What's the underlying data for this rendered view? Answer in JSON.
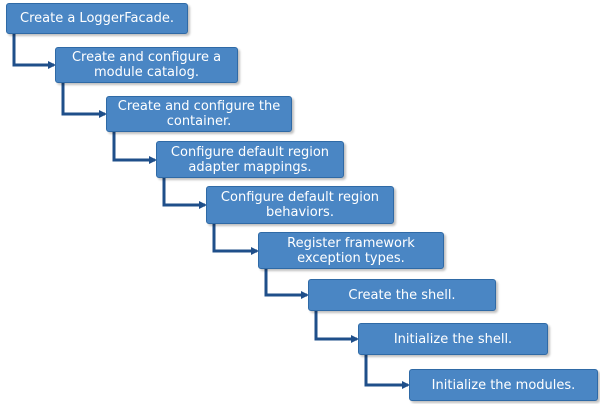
{
  "colors": {
    "box_fill": "#4a86c4",
    "box_border": "#2f6aa6",
    "connector": "#1f4f8a",
    "text": "#ffffff"
  },
  "steps": [
    {
      "label": "Create a LoggerFacade."
    },
    {
      "label": "Create and configure a\nmodule catalog."
    },
    {
      "label": "Create and configure the\ncontainer."
    },
    {
      "label": "Configure default region\nadapter mappings."
    },
    {
      "label": "Configure default region\nbehaviors."
    },
    {
      "label": "Register framework\nexception types."
    },
    {
      "label": "Create the shell."
    },
    {
      "label": "Initialize the shell."
    },
    {
      "label": "Initialize the modules."
    }
  ]
}
